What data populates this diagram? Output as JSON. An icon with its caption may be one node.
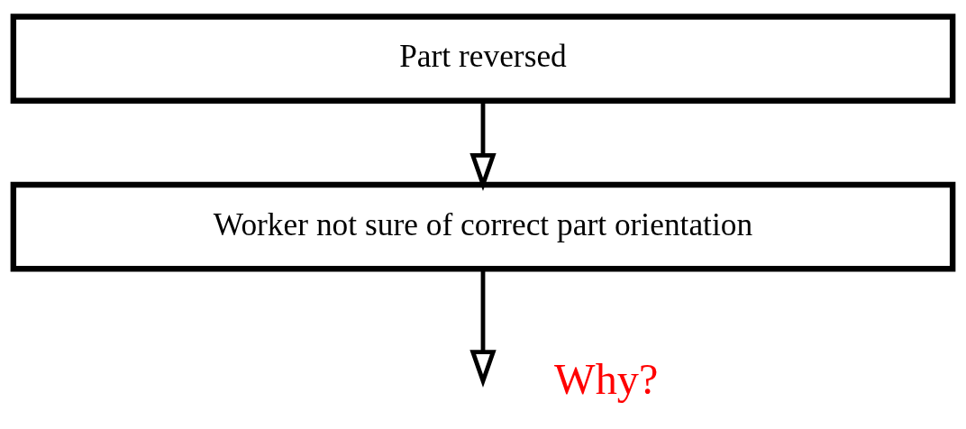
{
  "diagram": {
    "nodes": [
      {
        "text": [
          "Part reversed"
        ]
      },
      {
        "text": [
          "Worker not sure of correct part orientation"
        ]
      }
    ],
    "edges": [
      {
        "from": 0,
        "to": 1,
        "arrow": "to"
      },
      {
        "from": 1,
        "to": null,
        "arrow": "to"
      }
    ],
    "labels": [
      "Why?"
    ]
  }
}
